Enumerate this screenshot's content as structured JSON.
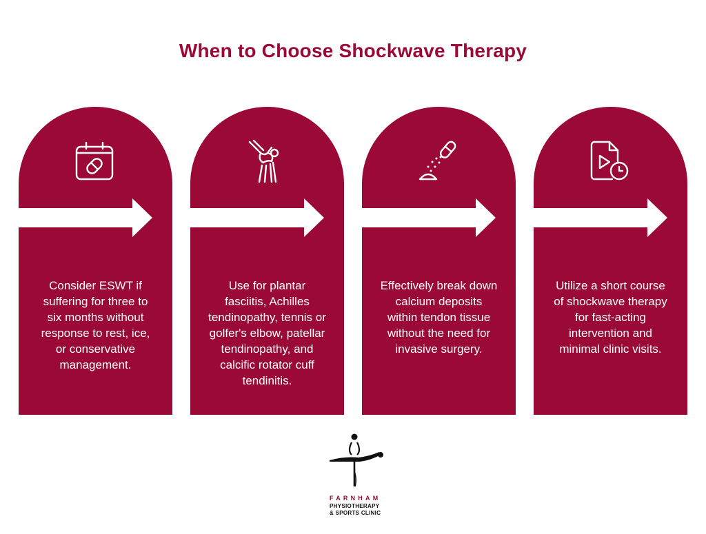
{
  "title": "When to Choose Shockwave Therapy",
  "colors": {
    "brand": "#9b0a36",
    "card_text": "#ffffff"
  },
  "cards": [
    {
      "icon": "calendar-pill-icon",
      "text": "Consider ESWT if\nsuffering for three to\nsix months without\nresponse to rest, ice,\nor conservative\nmanagement."
    },
    {
      "icon": "knee-joint-icon",
      "text": "Use for plantar\nfasciitis, Achilles\ntendinopathy, tennis or\ngolfer's elbow, patellar\ntendinopathy, and\ncalcific rotator cuff\ntendinitis."
    },
    {
      "icon": "calcium-powder-icon",
      "text": "Effectively break down\ncalcium deposits\nwithin tendon tissue\nwithout the need for\ninvasive surgery."
    },
    {
      "icon": "video-clock-icon",
      "text": "Utilize a short course\nof shockwave therapy\nfor fast-acting\nintervention and\nminimal clinic visits."
    }
  ],
  "logo": {
    "name": "FARNHAM",
    "line1": "PHYSIOTHERAPY",
    "line2": "& SPORTS CLINIC"
  }
}
